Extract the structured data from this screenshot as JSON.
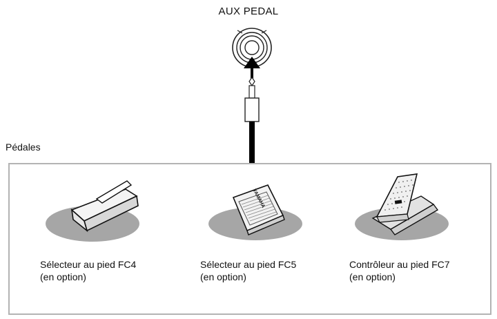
{
  "jack": {
    "label": "AUX PEDAL"
  },
  "section": {
    "label": "Pédales"
  },
  "pedals": [
    {
      "name": "Sélecteur au pied FC4",
      "note": "(en option)",
      "icon": "fc4-sustain-pedal-icon"
    },
    {
      "name": "Sélecteur au pied FC5",
      "note": "(en option)",
      "icon": "fc5-footswitch-icon",
      "brand": "YAMAHA"
    },
    {
      "name": "Contrôleur au pied FC7",
      "note": "(en option)",
      "icon": "fc7-expression-pedal-icon"
    }
  ],
  "colors": {
    "box_border": "#b3b3b3",
    "shadow": "#a6a6a6",
    "cable": "#000000"
  }
}
